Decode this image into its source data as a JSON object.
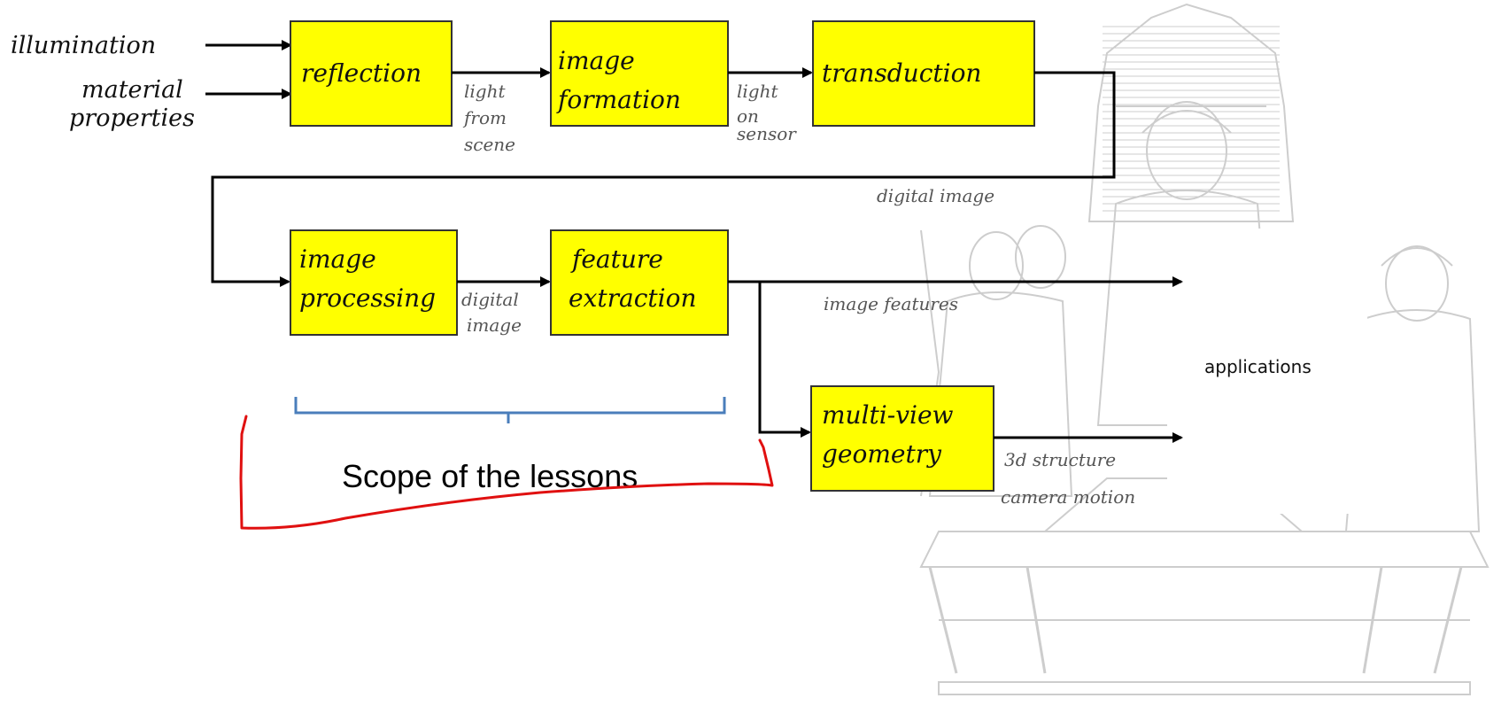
{
  "diagram": {
    "inputs": {
      "illumination": "illumination",
      "material_line1": "material",
      "material_line2": "properties"
    },
    "boxes": {
      "reflection": [
        "reflection"
      ],
      "image_formation": [
        "image",
        "formation"
      ],
      "transduction": [
        "transduction"
      ],
      "image_processing": [
        "image",
        "processing"
      ],
      "feature_extraction": [
        "feature",
        "extraction"
      ],
      "multi_view_geometry": [
        "multi-view",
        "geometry"
      ]
    },
    "edge_labels": {
      "light_from_scene": [
        "light",
        "from",
        "scene"
      ],
      "light_on_sensor": [
        "light",
        "on",
        "sensor"
      ],
      "digital_image_top": "digital image",
      "digital_image_mid": [
        "digital",
        "image"
      ],
      "image_features": "image features",
      "structure": "3d structure",
      "camera_motion": "camera motion"
    },
    "applications": "applications",
    "scope": "Scope of the lessons"
  },
  "colors": {
    "box_fill": "#ffff00",
    "box_stroke": "#333333",
    "arrow": "#000000",
    "brace": "#4a7ebb",
    "annotation": "#e01010",
    "watermark": "#c8c8c8"
  }
}
